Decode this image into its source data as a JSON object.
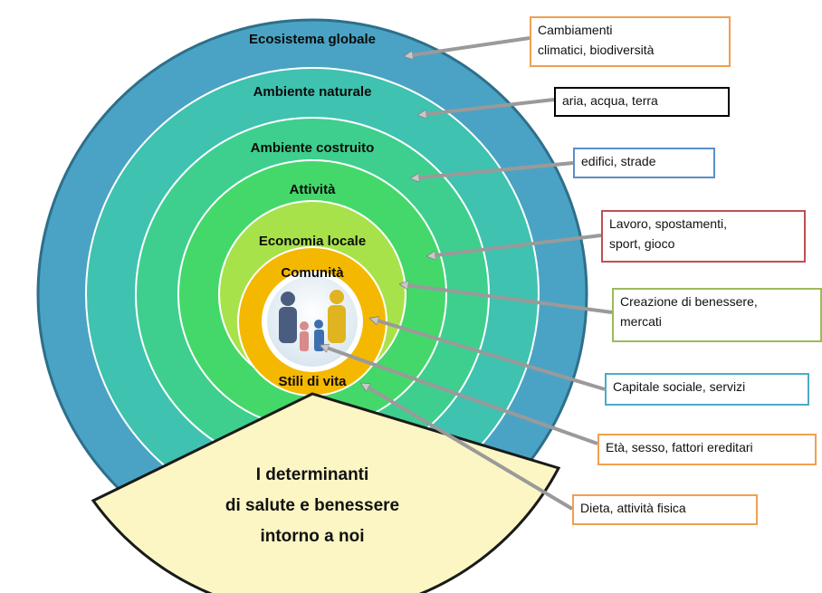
{
  "diagram": {
    "rings": [
      {
        "label": "Ecosistema globale",
        "color": "#4aa3c4"
      },
      {
        "label": "Ambiente naturale",
        "color": "#3fc2b0"
      },
      {
        "label": "Ambiente costruito",
        "color": "#3ecf8e"
      },
      {
        "label": "Attività",
        "color": "#44d86a"
      },
      {
        "label": "Economia locale",
        "color": "#a8e24a"
      },
      {
        "label": "Comunità",
        "color": "#f5b800"
      },
      {
        "label": "Stili di vita",
        "color": "#f5b800"
      }
    ],
    "center_icon": "family-photo",
    "wedge": {
      "line1": "I determinanti",
      "line2": "di salute e benessere",
      "line3": "intorno a noi",
      "color": "#fbf6c4"
    },
    "callouts": [
      {
        "text": "Cambiamenti\nclimatici, biodiversità",
        "border": "#f0a050"
      },
      {
        "text": "aria, acqua, terra",
        "border": "#000000"
      },
      {
        "text": "edifici, strade",
        "border": "#5b8fc8"
      },
      {
        "text": "Lavoro, spostamenti,\nsport, gioco",
        "border": "#c05050"
      },
      {
        "text": "Creazione di benessere,\nmercati",
        "border": "#9bbb59"
      },
      {
        "text": "Capitale sociale, servizi",
        "border": "#4bacc6"
      },
      {
        "text": "Età, sesso, fattori ereditari",
        "border": "#f0a050"
      },
      {
        "text": "Dieta, attività fisica",
        "border": "#f0a050"
      }
    ]
  }
}
